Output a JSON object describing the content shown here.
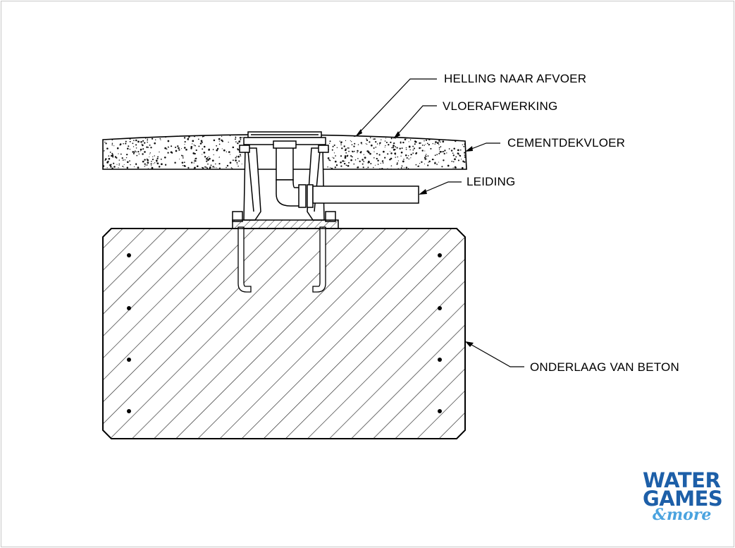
{
  "diagram": {
    "labels": {
      "helling": "HELLING NAAR AFVOER",
      "vloerafwerking": "VLOERAFWERKING",
      "cementdekvloer": "CEMENTDEKVLOER",
      "leiding": "LEIDING",
      "onderlaag": "ONDERLAAG VAN BETON"
    }
  },
  "logo": {
    "line1": "WATER",
    "line2": "GAMES",
    "line3": "&more",
    "colors": {
      "primary": "#1d5fa8",
      "accent": "#4aa3df"
    }
  }
}
